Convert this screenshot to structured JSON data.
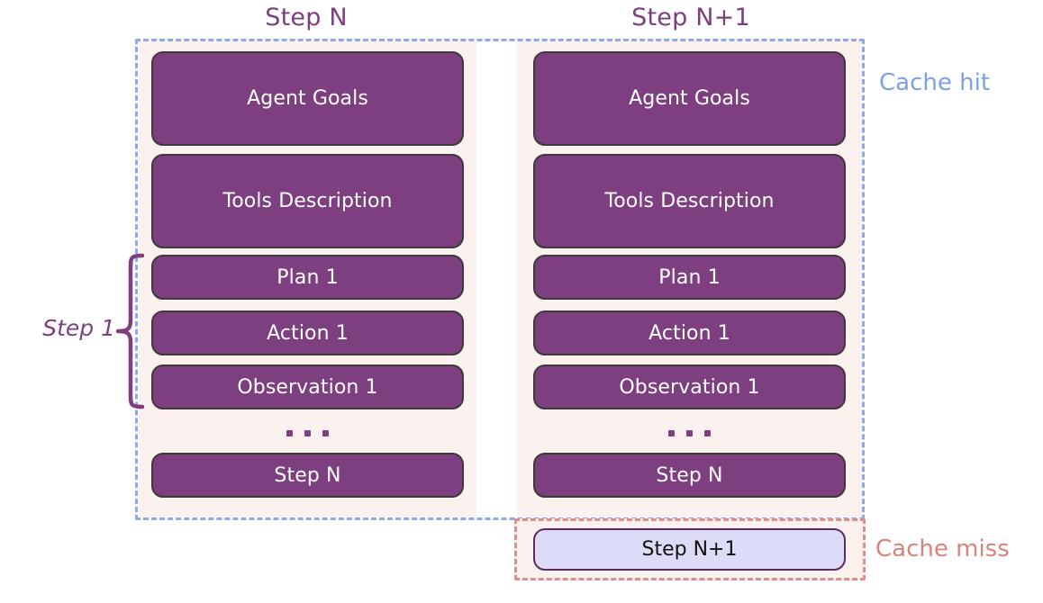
{
  "diagram": {
    "title_left": "Step N",
    "title_right": "Step N+1",
    "annotations": {
      "cache_hit": "Cache hit",
      "cache_miss": "Cache miss",
      "step_group": "Step 1"
    },
    "colors": {
      "block_fill": "#7d3f7f",
      "block_border": "#3b3b3b",
      "panel_bg": "#fbf1ef",
      "cache_hit_border": "#8fa9e8",
      "cache_hit_text": "#7d9fe8",
      "cache_miss_border": "#d9918c",
      "cache_miss_text": "#d9837e",
      "heading_text": "#7d3f7f",
      "new_block_fill": "#dcdcf7",
      "new_block_border": "#5e2a62",
      "new_block_text": "#111111",
      "page_bg": "#ffffff"
    },
    "columns": [
      {
        "id": "step-n",
        "heading": "Step N",
        "blocks": [
          {
            "label": "Agent Goals",
            "size": "tall"
          },
          {
            "label": "Tools Description",
            "size": "tall"
          },
          {
            "label": "Plan 1",
            "size": "short"
          },
          {
            "label": "Action 1",
            "size": "short"
          },
          {
            "label": "Observation 1",
            "size": "short"
          },
          {
            "label": "Step N",
            "size": "short"
          }
        ],
        "ellipsis_after_index": 4
      },
      {
        "id": "step-n-plus-1",
        "heading": "Step N+1",
        "blocks": [
          {
            "label": "Agent Goals",
            "size": "tall"
          },
          {
            "label": "Tools Description",
            "size": "tall"
          },
          {
            "label": "Plan 1",
            "size": "short"
          },
          {
            "label": "Action 1",
            "size": "short"
          },
          {
            "label": "Observation 1",
            "size": "short"
          },
          {
            "label": "Step N",
            "size": "short"
          }
        ],
        "ellipsis_after_index": 4,
        "appended_block": {
          "label": "Step N+1"
        }
      }
    ]
  }
}
